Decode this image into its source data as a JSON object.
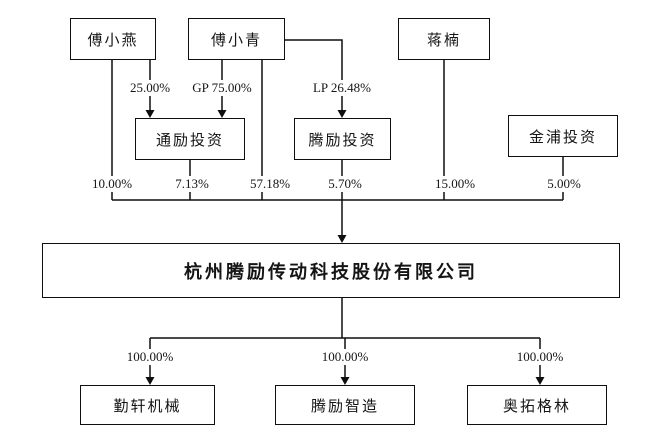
{
  "colors": {
    "background": "#ffffff",
    "line": "#0f0f0f",
    "box_border": "#0f0f0f",
    "text": "#151515"
  },
  "nodes": {
    "fu_xiaoyan": "傅小燕",
    "fu_xiaoqing": "傅小青",
    "jiang_nan": "蒋楠",
    "tongli": "通励投资",
    "tengli_invest": "腾励投资",
    "jinpu": "金浦投资",
    "main_company": "杭州腾励传动科技股份有限公司",
    "qinxuan": "勤轩机械",
    "tengli_zhizao": "腾励智造",
    "aotuo_gelin": "奥拓格林"
  },
  "edge_labels": {
    "fu_xiaoyan_to_tongli": "25.00%",
    "fu_xiaoqing_gp_to_tongli": "GP 75.00%",
    "fu_xiaoqing_lp_to_tengli": "LP 26.48%",
    "fu_xiaoyan_to_main": "10.00%",
    "tongli_to_main": "7.13%",
    "fu_xiaoqing_to_main": "57.18%",
    "tengli_to_main": "5.70%",
    "jiang_nan_to_main": "15.00%",
    "jinpu_to_main": "5.00%",
    "main_to_qinxuan": "100.00%",
    "main_to_tengli_zhizao": "100.00%",
    "main_to_aotuo": "100.00%"
  }
}
